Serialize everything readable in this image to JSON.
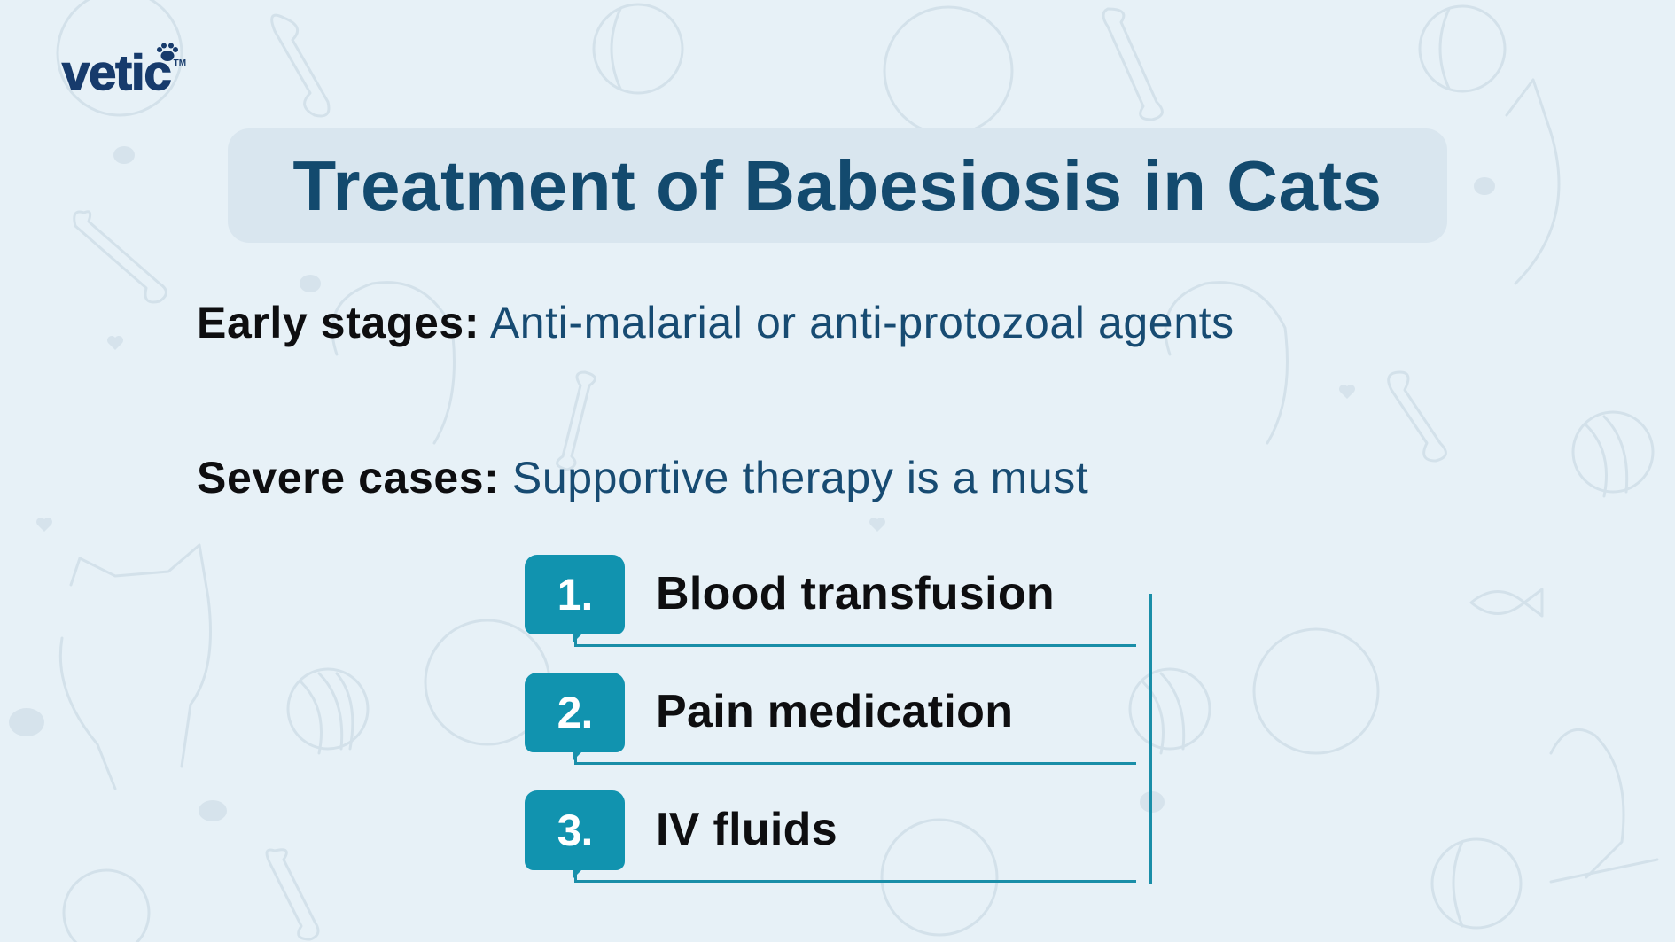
{
  "brand": {
    "logo_text": "vetic",
    "trademark": "TM",
    "logo_icon": "paw-icon",
    "color": "#173B6C"
  },
  "title": {
    "text": "Treatment of Babesiosis in Cats",
    "color": "#134A6E",
    "box_color": "#D9E6EF"
  },
  "statements": [
    {
      "label": "Early stages:",
      "value": "Anti-malarial or anti-protozoal agents"
    },
    {
      "label": "Severe cases:",
      "value": "Supportive therapy is a must"
    }
  ],
  "supportive_therapy": {
    "items": [
      {
        "number": "1.",
        "label": "Blood transfusion"
      },
      {
        "number": "2.",
        "label": "Pain medication"
      },
      {
        "number": "3.",
        "label": "IV fluids"
      }
    ],
    "accent_color": "#1193AF"
  },
  "theme": {
    "background": "#E7F1F7",
    "label_color": "#0E0E10",
    "value_color": "#174B72"
  }
}
